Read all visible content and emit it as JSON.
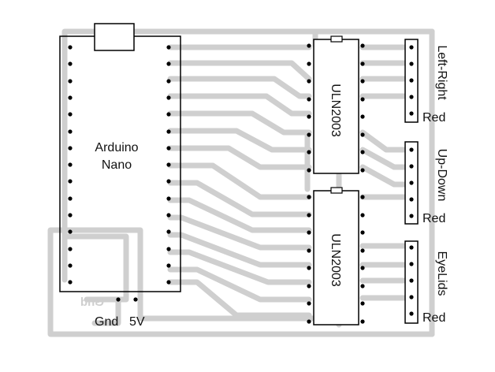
{
  "board": {
    "name": "Arduino",
    "model": "Nano"
  },
  "chips": [
    {
      "label": "ULN2003"
    },
    {
      "label": "ULN2003"
    }
  ],
  "connectors": [
    {
      "label": "Left-Right",
      "wire_label": "Red"
    },
    {
      "label": "Up-Down",
      "wire_label": "Red"
    },
    {
      "label": "EyeLids",
      "wire_label": "Red"
    }
  ],
  "power": {
    "gnd_label": "Gnd",
    "v5_label": "5V",
    "mirrored_text": "Gnd"
  },
  "colors": {
    "trace": "#cfcfcf",
    "outline": "#000000",
    "text": "#111111"
  }
}
